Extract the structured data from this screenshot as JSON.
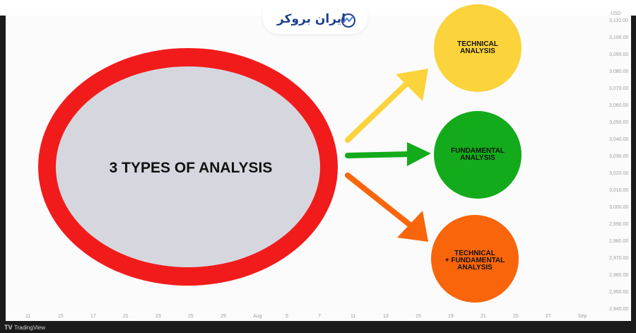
{
  "main_title": "3 TYPES OF ANALYSIS",
  "bubbles": {
    "technical": "TECHNICAL\nANALYSIS",
    "fundamental": "FUNDAMENTAL\nANALYSIS",
    "combined": "TECHNICAL\n+ FUNDAMENTAL\nANALYSIS"
  },
  "logo": "ایران بروکر",
  "y_axis_currency": "USD",
  "y_ticks": [
    "3,110.00",
    "3,100.00",
    "3,090.00",
    "3,080.00",
    "3,070.00",
    "3,060.00",
    "3,050.00",
    "3,040.00",
    "3,030.00",
    "3,020.00",
    "3,010.00",
    "3,000.00",
    "2,990.00",
    "2,980.00",
    "2,970.00",
    "2,960.00",
    "2,950.00",
    "2,940.00"
  ],
  "x_ticks": [
    "11",
    "15",
    "17",
    "21",
    "23",
    "25",
    "29",
    "Aug",
    "5",
    "7",
    "11",
    "13",
    "15",
    "19",
    "21",
    "25",
    "27",
    "Sep"
  ],
  "footer": {
    "brand": "TradingView",
    "logo_mark": "TV"
  },
  "colors": {
    "red_ring": "#f21b1b",
    "inner": "#d6d7de",
    "yellow": "#fbd33a",
    "green": "#13ab1b",
    "orange": "#f9650a"
  }
}
